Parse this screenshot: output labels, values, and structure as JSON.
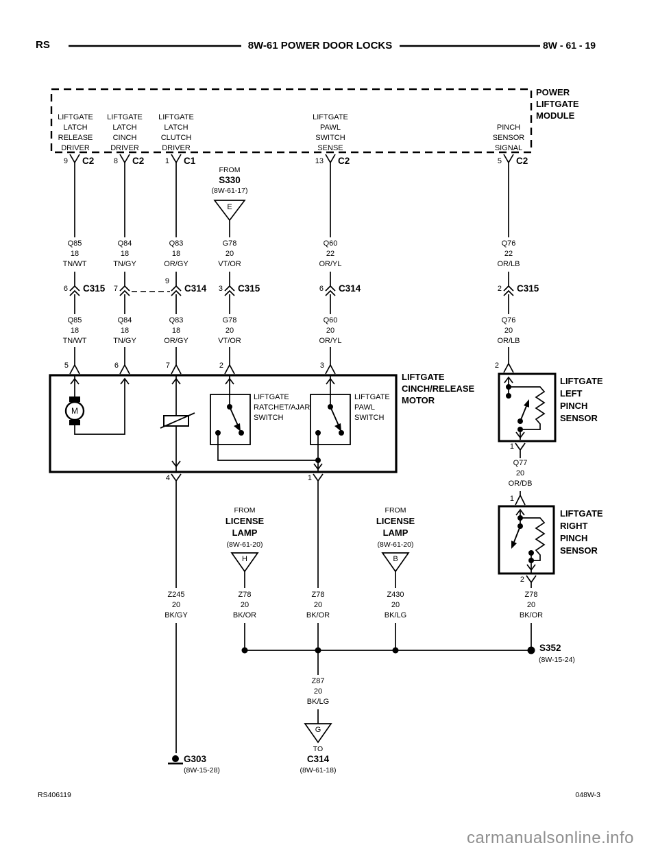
{
  "header": {
    "left": "RS",
    "title": "8W-61 POWER DOOR LOCKS",
    "page": "8W - 61 - 19"
  },
  "module": {
    "label": "POWER\nLIFTGATE\nMODULE",
    "pins": [
      {
        "label": "LIFTGATE\nLATCH\nRELEASE\nDRIVER",
        "num": "9",
        "conn": "C2"
      },
      {
        "label": "LIFTGATE\nLATCH\nCINCH\nDRIVER",
        "num": "8",
        "conn": "C2"
      },
      {
        "label": "LIFTGATE\nLATCH\nCLUTCH\nDRIVER",
        "num": "1",
        "conn": "C1"
      },
      {
        "label": "LIFTGATE\nPAWL\nSWITCH\nSENSE",
        "num": "13",
        "conn": "C2"
      },
      {
        "label": "PINCH\nSENSOR\nSIGNAL",
        "num": "5",
        "conn": "C2"
      }
    ]
  },
  "s330": {
    "from": "FROM",
    "name": "S330",
    "ref": "(8W-61-17)",
    "letter": "E"
  },
  "wires_upper": [
    "Q85\n18\nTN/WT",
    "Q84\n18\nTN/GY",
    "Q83\n18\nOR/GY",
    "G78\n20\nVT/OR",
    "Q60\n22\nOR/YL",
    "Q76\n22\nOR/LB"
  ],
  "connectors": [
    {
      "num": "6",
      "name": "C315"
    },
    {
      "num": "7",
      "name": ""
    },
    {
      "num": "9",
      "name": "C314"
    },
    {
      "num": "3",
      "name": "C315"
    },
    {
      "num": "6",
      "name": "C314"
    },
    {
      "num": "2",
      "name": "C315"
    }
  ],
  "wires_lower": [
    "Q85\n18\nTN/WT",
    "Q84\n18\nTN/GY",
    "Q83\n18\nOR/GY",
    "G78\n20\nVT/OR",
    "Q60\n20\nOR/YL",
    "Q76\n20\nOR/LB"
  ],
  "motor_box": {
    "label": "LIFTGATE\nCINCH/RELEASE\nMOTOR",
    "motor_letter": "M",
    "pins_top": [
      "5",
      "6",
      "7",
      "2",
      "3"
    ],
    "pins_bottom": [
      "4",
      "1"
    ],
    "ratchet_switch_label": "LIFTGATE\nRATCHET/AJAR\nSWITCH",
    "pawl_switch_label": "LIFTGATE\nPAWL\nSWITCH"
  },
  "left_sensor": {
    "label": "LIFTGATE\nLEFT\nPINCH\nSENSOR",
    "pin_top": "2",
    "pin_bottom": "1"
  },
  "right_sensor": {
    "label": "LIFTGATE\nRIGHT\nPINCH\nSENSOR",
    "pin_top": "1",
    "pin_bottom": "2"
  },
  "q77_wire": "Q77\n20\nOR/DB",
  "lamp_h": {
    "from": "FROM",
    "name": "LICENSE\nLAMP",
    "ref": "(8W-61-20)",
    "letter": "H"
  },
  "lamp_b": {
    "from": "FROM",
    "name": "LICENSE\nLAMP",
    "ref": "(8W-61-20)",
    "letter": "B"
  },
  "ground_wires": [
    "Z245\n20\nBK/GY",
    "Z78\n20\nBK/OR",
    "Z78\n20\nBK/OR",
    "Z430\n20\nBK/LG",
    "Z78\n20\nBK/OR"
  ],
  "s352": {
    "name": "S352",
    "ref": "(8W-15-24)"
  },
  "z87_wire": "Z87\n20\nBK/LG",
  "c314_dest": {
    "to": "TO",
    "name": "C314",
    "ref": "(8W-61-18)",
    "letter": "G"
  },
  "g303": {
    "name": "G303",
    "ref": "(8W-15-28)"
  },
  "footer": {
    "left": "RS406119",
    "right": "048W-3"
  },
  "watermark": "carmanualsonline.info",
  "colors": {
    "ink": "#000000",
    "watermark": "#8f8f8f"
  }
}
